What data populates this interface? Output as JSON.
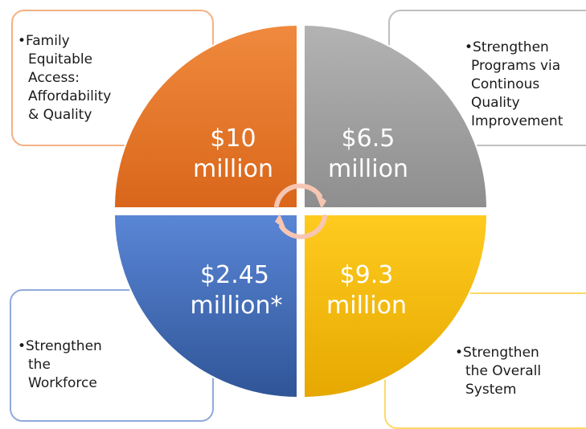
{
  "quadrants": [
    {
      "id": "top-left",
      "amount": "$10",
      "unit": "million",
      "color": "#ED7D31",
      "card_lines": [
        "•Family",
        "Equitable",
        "Access:",
        "Affordability",
        "& Quality"
      ]
    },
    {
      "id": "top-right",
      "amount": "$6.5",
      "unit": "million",
      "color": "#A5A5A5",
      "card_lines": [
        "•Strengthen",
        "Programs via",
        "Continous",
        "Quality",
        "Improvement"
      ]
    },
    {
      "id": "bottom-left",
      "amount": "$2.45",
      "unit": "million*",
      "color": "#4472C4",
      "card_lines": [
        "•Strengthen",
        "the",
        "Workforce"
      ]
    },
    {
      "id": "bottom-right",
      "amount": "$9.3",
      "unit": "million",
      "color": "#FFC000",
      "card_lines": [
        "•Strengthen",
        "the Overall",
        "System"
      ]
    }
  ],
  "center_icon": "circular-arrows-icon"
}
